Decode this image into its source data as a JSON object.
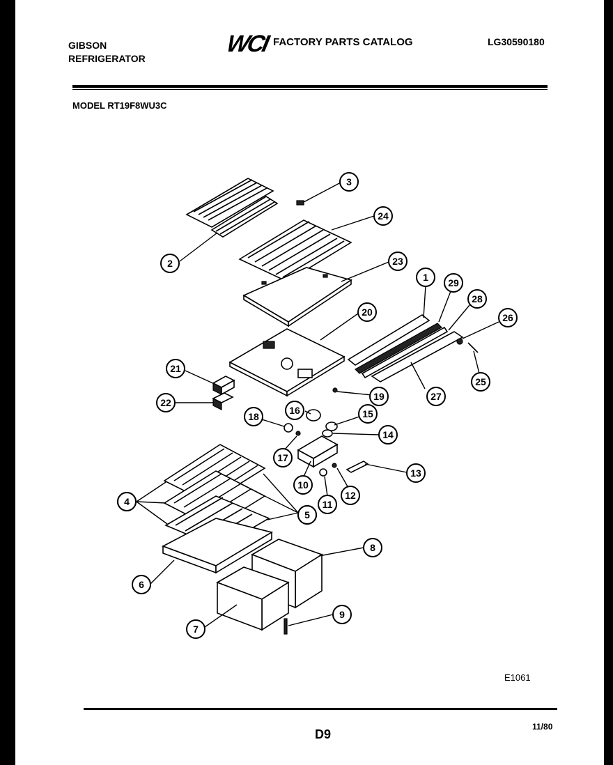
{
  "header": {
    "brand_line1": "GIBSON",
    "brand_line2": "REFRIGERATOR",
    "logo": "WCI",
    "catalog_title": "FACTORY PARTS CATALOG",
    "catalog_number": "LG30590180",
    "model": "MODEL RT19F8WU3C"
  },
  "footer": {
    "drawing_code": "E1061",
    "page": "D9",
    "date": "11/80"
  },
  "callouts": [
    "1",
    "2",
    "3",
    "4",
    "4",
    "5",
    "5",
    "6",
    "7",
    "8",
    "9",
    "10",
    "11",
    "12",
    "13",
    "14",
    "15",
    "16",
    "17",
    "18",
    "19",
    "20",
    "21",
    "22",
    "23",
    "24",
    "25",
    "26",
    "27",
    "28",
    "29"
  ]
}
